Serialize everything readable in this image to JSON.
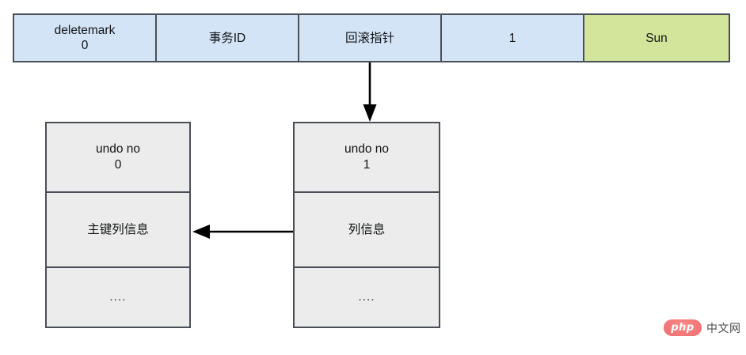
{
  "diagram": {
    "title": "undo log rollback pointer chain",
    "colors": {
      "cell_blue": "#d4e4f7",
      "cell_green": "#d3e49b",
      "block_gray": "#ececec",
      "border_gray": "#4a4f57",
      "arrow_black": "#000000",
      "watermark_pink": "#f57b7b"
    }
  },
  "record_row": {
    "cells": [
      {
        "label": "deletemark\n0",
        "fill": "#d4e4f7"
      },
      {
        "label": "事务ID",
        "fill": "#d4e4f7"
      },
      {
        "label": "回滚指针",
        "fill": "#d4e4f7"
      },
      {
        "label": "1",
        "fill": "#d4e4f7"
      },
      {
        "label": "Sun",
        "fill": "#d3e49b"
      }
    ]
  },
  "undo_blocks": [
    {
      "name": "undo-block-0",
      "segments": [
        {
          "label": "undo no\n0"
        },
        {
          "label": "主键列信息"
        },
        {
          "label": "...."
        }
      ]
    },
    {
      "name": "undo-block-1",
      "segments": [
        {
          "label": "undo no\n1"
        },
        {
          "label": "列信息"
        },
        {
          "label": "...."
        }
      ]
    }
  ],
  "arrows": [
    {
      "name": "rollback-pointer-arrow",
      "direction": "down"
    },
    {
      "name": "undo-chain-arrow",
      "direction": "left"
    }
  ],
  "watermark": {
    "badge_text": "php",
    "text": "中文网"
  }
}
